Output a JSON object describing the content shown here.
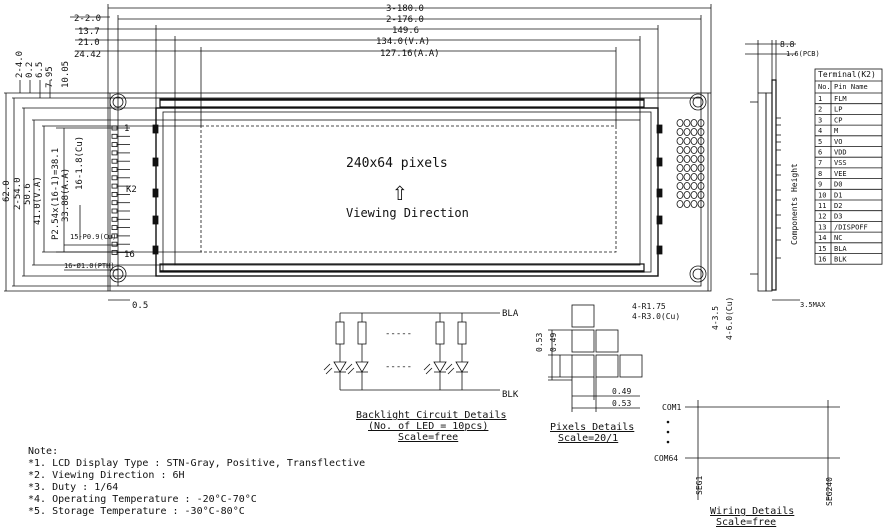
{
  "top_dims": {
    "d1": "2-2.0",
    "d2": "3-180.0",
    "d3": "2-176.0",
    "d4": "13.7",
    "d5": "149.6",
    "d6": "21.0",
    "d7": "134.0(V.A)",
    "d8": "24.42",
    "d9": "127.16(A.A)"
  },
  "left_dims": {
    "d1": "2-4.0",
    "d2": "0.2",
    "d3": "6.5",
    "d4": "7.95",
    "d5": "10.05",
    "d6": "62.0",
    "d7": "2-54.0",
    "d8": "50.6",
    "d9": "41.0(V.A)",
    "d10": "33.88(A.A)",
    "d11": "16-1.8(Cu)",
    "d12": "P2.54x(16-1)=38.1",
    "d13": "15-P0.9(Cu)",
    "d14": "16-Ø1.0(PTH)",
    "d15": "0.5"
  },
  "display": {
    "resolution": "240x64 pixels",
    "arrow": "⇧",
    "direction": "Viewing Direction",
    "k2": "K2",
    "pin1": "1",
    "pin16": "16"
  },
  "side_dims": {
    "d1": "8.8",
    "d2": "1.6(PCB)",
    "d3": "Components Height",
    "d4": "3.5MAX"
  },
  "hole_dims": {
    "d1": "4-R1.75",
    "d2": "4-R3.0(Cu)",
    "d3": "4-3.5",
    "d4": "4-6.0(Cu)"
  },
  "terminal": {
    "title": "Terminal(K2)",
    "headers": [
      "No.",
      "Pin Name"
    ],
    "rows": [
      [
        "1",
        "FLM"
      ],
      [
        "2",
        "LP"
      ],
      [
        "3",
        "CP"
      ],
      [
        "4",
        "M"
      ],
      [
        "5",
        "VO"
      ],
      [
        "6",
        "VDD"
      ],
      [
        "7",
        "VSS"
      ],
      [
        "8",
        "VEE"
      ],
      [
        "9",
        "D0"
      ],
      [
        "10",
        "D1"
      ],
      [
        "11",
        "D2"
      ],
      [
        "12",
        "D3"
      ],
      [
        "13",
        "/DISPOFF"
      ],
      [
        "14",
        "NC"
      ],
      [
        "15",
        "BLA"
      ],
      [
        "16",
        "BLK"
      ]
    ]
  },
  "backlight": {
    "bla": "BLA",
    "blk": "BLK",
    "dots": "-----",
    "title": "Backlight Circuit Details",
    "subtitle": "(No. of LED = 10pcs)",
    "scale": "Scale=free"
  },
  "pixels": {
    "d1": "0.53",
    "d2": "0.49",
    "d3": "0.49",
    "d4": "0.53",
    "title": "Pixels Details",
    "scale": "Scale=20/1"
  },
  "wiring": {
    "com1": "COM1",
    "com64": "COM64",
    "seg1": "SEG1",
    "seg240": "SEG240",
    "title": "Wiring Details",
    "scale": "Scale=free"
  },
  "notes": {
    "heading": "Note:",
    "items": [
      "*1. LCD Display Type : STN-Gray, Positive, Transflective",
      "*2. Viewing Direction : 6H",
      "*3. Duty : 1/64",
      "*4. Operating Temperature : -20°C-70°C",
      "*5. Storage Temperature : -30°C-80°C"
    ]
  }
}
